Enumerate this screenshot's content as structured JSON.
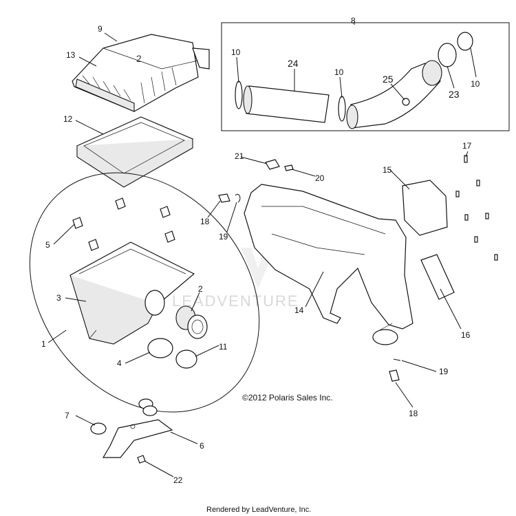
{
  "callouts": {
    "c1": "1",
    "c2": "2",
    "c3": "3",
    "c4": "4",
    "c5": "5",
    "c6": "6",
    "c7": "7",
    "c8": "8",
    "c9": "9",
    "c10a": "10",
    "c10b": "10",
    "c10c": "10",
    "c11": "11",
    "c12": "12",
    "c13": "13",
    "c14": "14",
    "c15": "15",
    "c16": "16",
    "c17": "17",
    "c18a": "18",
    "c18b": "18",
    "c19a": "19",
    "c19b": "19",
    "c20": "20",
    "c21": "21",
    "c22": "22",
    "c23": "23",
    "c24": "24",
    "c25": "25"
  },
  "copyright": "©2012 Polaris Sales Inc.",
  "footer": "Rendered by LeadVenture, Inc.",
  "watermark": "LEADVENTURE"
}
